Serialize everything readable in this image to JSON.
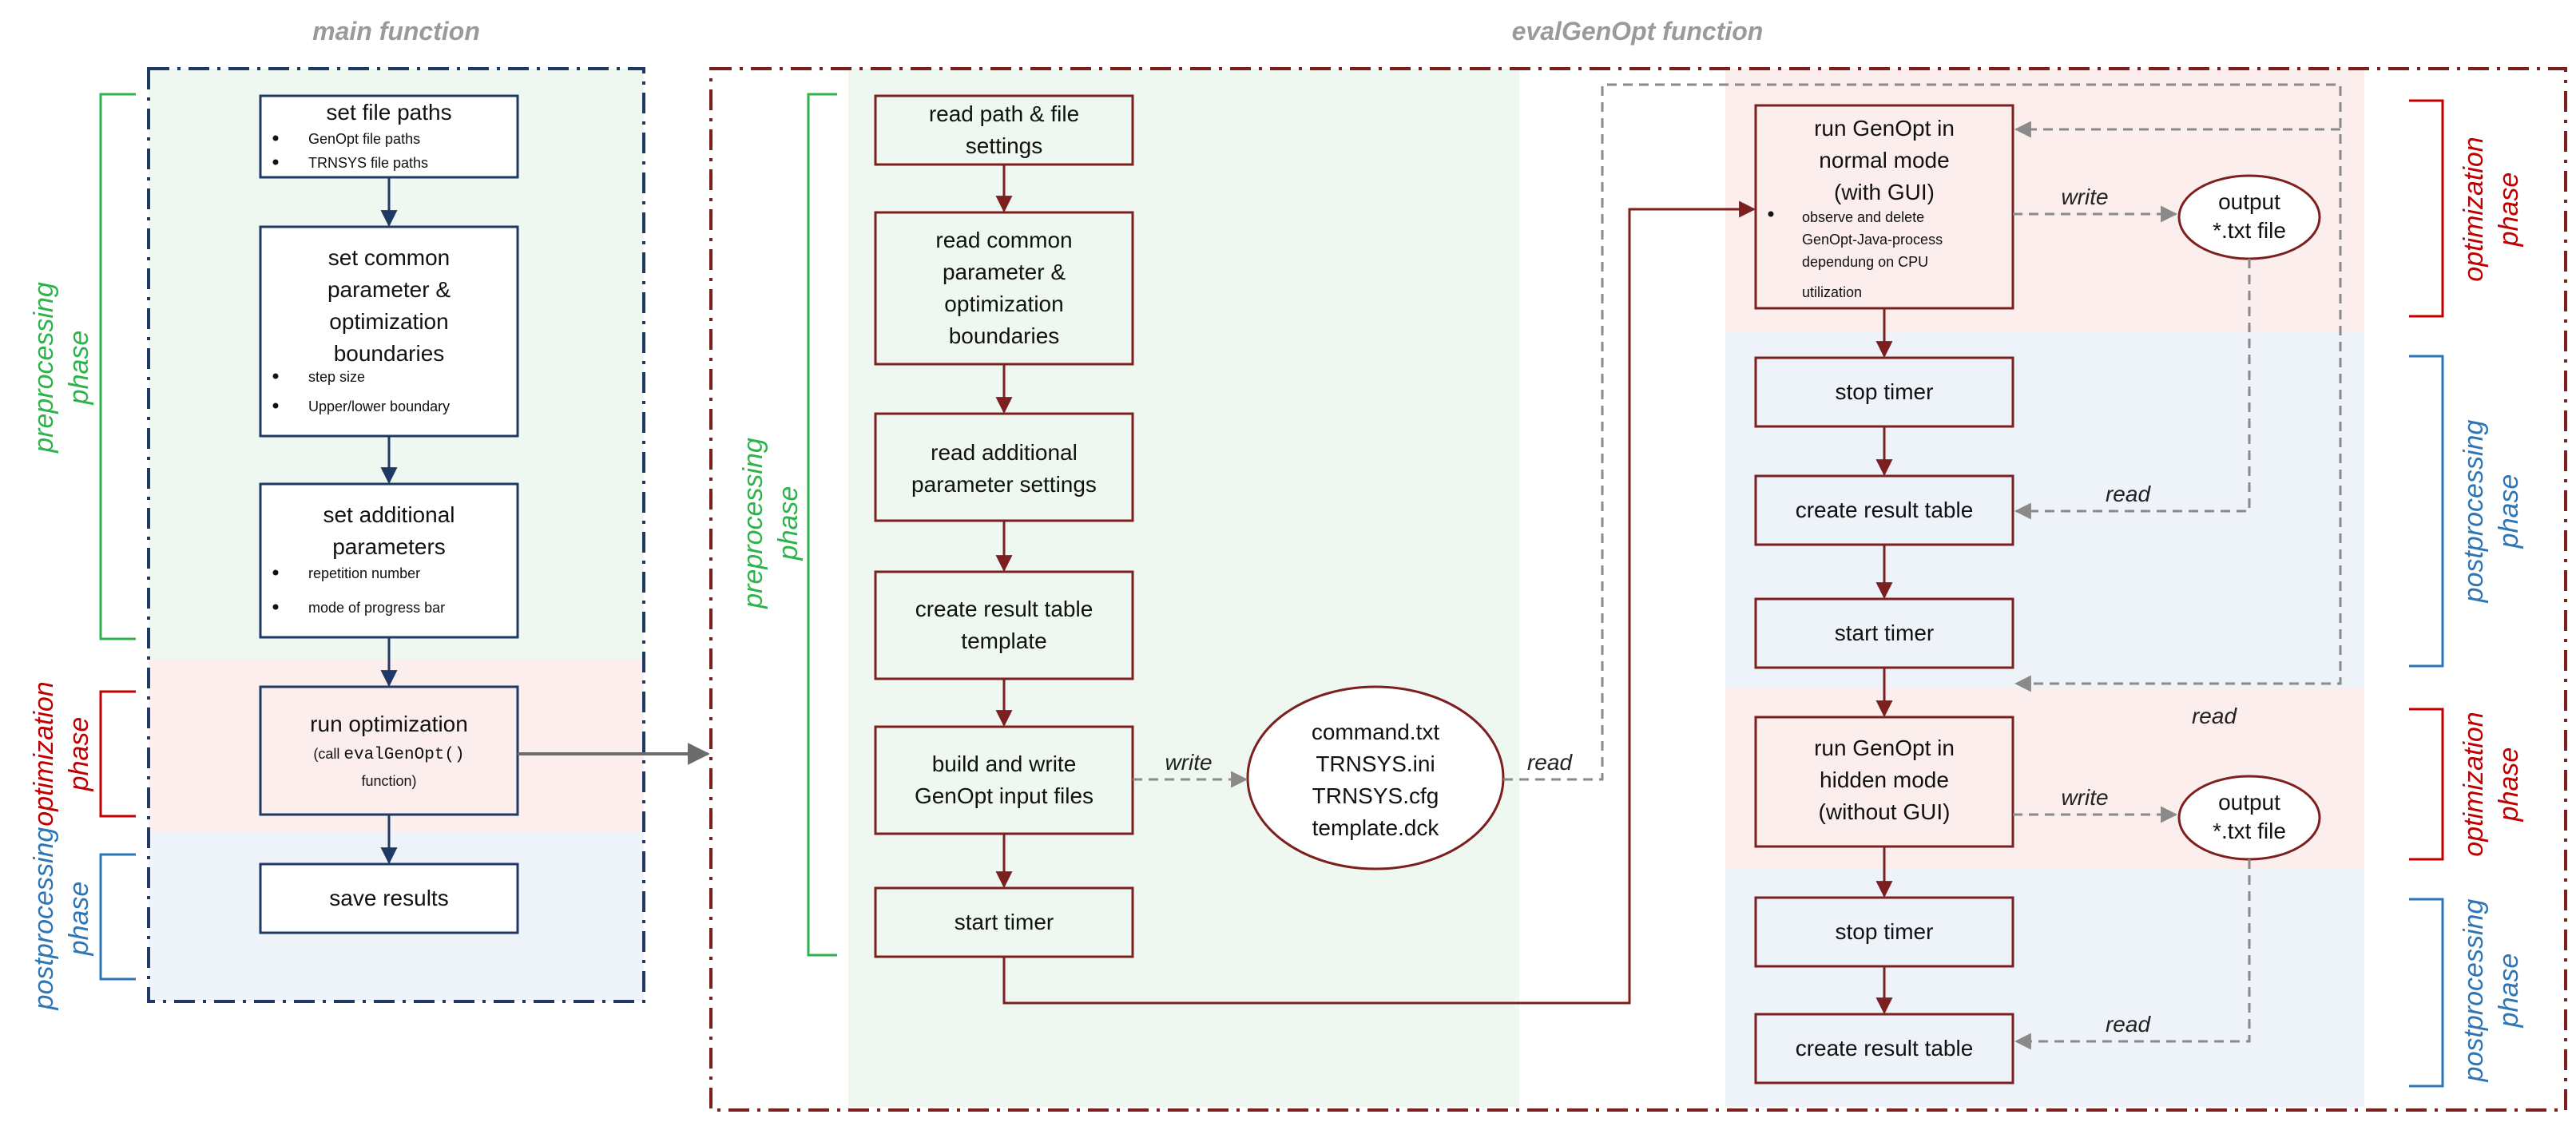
{
  "colors": {
    "main_frame": "#1f3864",
    "eval_frame": "#7b1f1f",
    "preprocessing": "#2db34a",
    "optimization": "#c00000",
    "postprocessing": "#2e75b6",
    "bg_pre": "#eef7f0",
    "bg_opt": "#fbeeec",
    "bg_post": "#edf3f9",
    "dashed_arrow": "#8a8a8a"
  },
  "titles": {
    "main": "main function",
    "eval": "evalGenOpt function"
  },
  "main": {
    "set_paths": {
      "title": "set file paths",
      "bullets": [
        "GenOpt file paths",
        "TRNSYS file paths"
      ]
    },
    "set_common": {
      "lines": [
        "set common",
        "parameter &",
        "optimization",
        "boundaries"
      ],
      "bullets": [
        "step size",
        "Upper/lower boundary"
      ]
    },
    "set_additional": {
      "lines": [
        "set additional",
        "parameters"
      ],
      "bullets": [
        "repetition number",
        "mode of progress bar"
      ]
    },
    "run_opt": {
      "title": "run optimization",
      "sub_pre": "(call ",
      "sub_code": "evalGenOpt()",
      "sub_post": "function)"
    },
    "save": {
      "title": "save results"
    },
    "phases": {
      "pre": [
        "preprocessing",
        "phase"
      ],
      "opt": [
        "optimization",
        "phase"
      ],
      "post": [
        "postprocessing",
        "phase"
      ]
    }
  },
  "eval": {
    "read_path": [
      "read path & file",
      "settings"
    ],
    "read_common": [
      "read common",
      "parameter &",
      "optimization",
      "boundaries"
    ],
    "read_additional": [
      "read additional",
      "parameter settings"
    ],
    "create_template": [
      "create result table",
      "template"
    ],
    "build_write": [
      "build and write",
      "GenOpt input files"
    ],
    "start_timer_1": "start timer",
    "files": [
      "command.txt",
      "TRNSYS.ini",
      "TRNSYS.cfg",
      "template.dck"
    ],
    "pre_phase": [
      "preprocessing",
      "phase"
    ],
    "run_normal": {
      "lines": [
        "run GenOpt in",
        "normal mode",
        "(with GUI)"
      ],
      "bullet": [
        "observe and delete",
        "GenOpt-Java-process",
        "dependung on CPU",
        "utilization"
      ]
    },
    "output_1": [
      "output",
      "*.txt file"
    ],
    "stop_timer_1": "stop timer",
    "create_result_1": "create result table",
    "start_timer_2": "start timer",
    "run_hidden": [
      "run GenOpt in",
      "hidden mode",
      "(without GUI)"
    ],
    "output_2": [
      "output",
      "*.txt file"
    ],
    "stop_timer_2": "stop timer",
    "create_result_2": "create result table",
    "phases": {
      "opt": [
        "optimization",
        "phase"
      ],
      "post": [
        "postprocessing",
        "phase"
      ]
    },
    "edge_labels": {
      "write": "write",
      "read": "read"
    }
  }
}
